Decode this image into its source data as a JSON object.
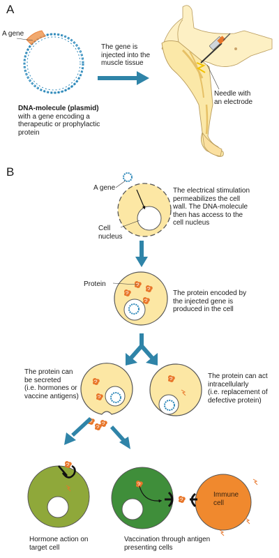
{
  "panels": {
    "a": "A",
    "b": "B"
  },
  "section_a": {
    "gene_label": "A gene",
    "plasmid_caption": [
      "DNA-molecule (plasmid)",
      "with a gene encoding a",
      "therapeutic or prophylactic",
      "protein"
    ],
    "injection_text": [
      "The gene is",
      "injected into the",
      "muscle tissue"
    ],
    "needle_label": [
      "Needle with",
      "an electrode"
    ]
  },
  "section_b": {
    "gene_label": "A gene",
    "nucleus_label": [
      "Cell",
      "nucleus"
    ],
    "stimulation_text": [
      "The electrical stimulation",
      "permeabilizes the cell",
      "wall. The DNA-molecule",
      "then has access to the",
      "cell nucleus"
    ],
    "protein_label": "Protein",
    "protein_text": [
      "The protein encoded by",
      "the injected gene is",
      "produced in the cell"
    ],
    "secreted_text": [
      "The protein can",
      "be secreted",
      "(i.e. hormones or",
      "vaccine antigens)"
    ],
    "intracellular_text": [
      "The protein can act",
      "intracellularly",
      "(i.e. replacement of",
      "defective protein)"
    ],
    "immune_label": [
      "Immune",
      "cell"
    ],
    "hormone_caption": [
      "Hormone action on",
      "target cell"
    ],
    "vaccination_caption": [
      "Vaccination through antigen",
      "presenting cells"
    ]
  },
  "colors": {
    "arrow": "#2f84a8",
    "cell_fill": "#fce7a4",
    "protein": "#e8762a",
    "dna_blue": "#2a86b8",
    "target_cell": "#8fa83a",
    "apc_cell": "#3f8e3a",
    "immune_cell": "#f0892e"
  }
}
